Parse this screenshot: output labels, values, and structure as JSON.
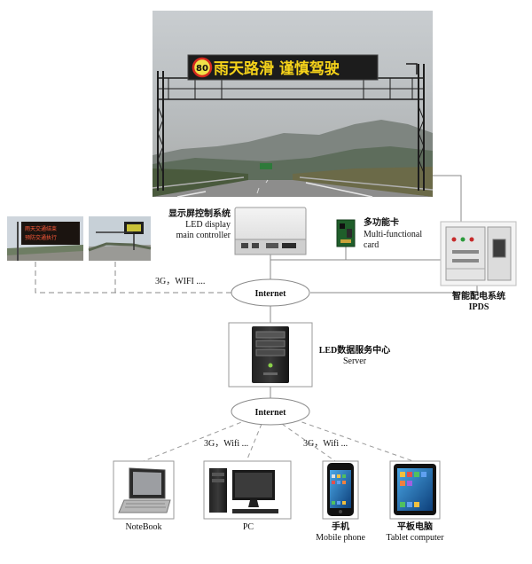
{
  "gantry_sign": {
    "speed_limit": "80",
    "message": "雨天路滑 谨慎驾驶"
  },
  "controller": {
    "label_cn": "显示屏控制系统",
    "label_en_1": "LED display",
    "label_en_2": "main controller"
  },
  "card": {
    "label_cn": "多功能卡",
    "label_en_1": "Multi-functional",
    "label_en_2": "card"
  },
  "ipds": {
    "label_cn": "智能配电系统",
    "label_en": "IPDS"
  },
  "remote_sign": {
    "line1": "雨天交通结束",
    "line2": "预防交通执行"
  },
  "link_top": "3G，WIFI ....",
  "internet_top": "Internet",
  "server": {
    "label_cn": "LED数据服务中心",
    "label_en": "Server"
  },
  "internet_bottom": "Internet",
  "link_left": "3G，Wifi ...",
  "link_right": "3G，Wifi ...",
  "devices": {
    "notebook": "NoteBook",
    "pc": "PC",
    "phone_cn": "手机",
    "phone_en": "Mobile phone",
    "tablet_cn": "平板电脑",
    "tablet_en": "Tablet computer"
  },
  "colors": {
    "line": "#8a8a8a",
    "sign_bg": "#1c1c1c",
    "sign_text": "#f5d21a",
    "sky": "#bfc4c7"
  }
}
